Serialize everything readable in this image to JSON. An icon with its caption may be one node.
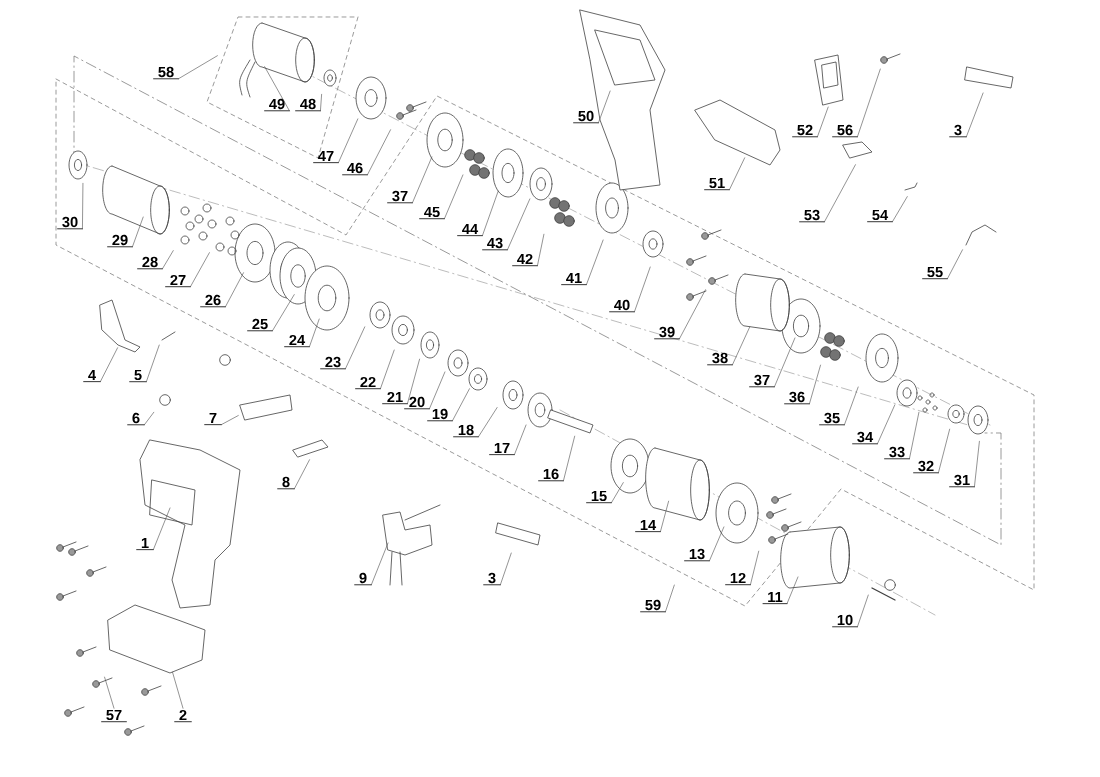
{
  "diagram": {
    "nodes": [
      {
        "text": [
          "58"
        ]
      },
      {
        "text": [
          "49"
        ]
      },
      {
        "text": [
          "48"
        ]
      },
      {
        "text": [
          "50"
        ]
      },
      {
        "text": [
          "52"
        ]
      },
      {
        "text": [
          "56"
        ]
      },
      {
        "text": [
          "3"
        ]
      },
      {
        "text": [
          "47"
        ]
      },
      {
        "text": [
          "46"
        ]
      },
      {
        "text": [
          "51"
        ]
      },
      {
        "text": [
          "37"
        ]
      },
      {
        "text": [
          "45"
        ]
      },
      {
        "text": [
          "53"
        ]
      },
      {
        "text": [
          "54"
        ]
      },
      {
        "text": [
          "30"
        ]
      },
      {
        "text": [
          "29"
        ]
      },
      {
        "text": [
          "44"
        ]
      },
      {
        "text": [
          "43"
        ]
      },
      {
        "text": [
          "42"
        ]
      },
      {
        "text": [
          "28"
        ]
      },
      {
        "text": [
          "41"
        ]
      },
      {
        "text": [
          "27"
        ]
      },
      {
        "text": [
          "55"
        ]
      },
      {
        "text": [
          "26"
        ]
      },
      {
        "text": [
          "40"
        ]
      },
      {
        "text": [
          "25"
        ]
      },
      {
        "text": [
          "39"
        ]
      },
      {
        "text": [
          "24"
        ]
      },
      {
        "text": [
          "38"
        ]
      },
      {
        "text": [
          "23"
        ]
      },
      {
        "text": [
          "4"
        ]
      },
      {
        "text": [
          "5"
        ]
      },
      {
        "text": [
          "37"
        ]
      },
      {
        "text": [
          "22"
        ]
      },
      {
        "text": [
          "21"
        ]
      },
      {
        "text": [
          "36"
        ]
      },
      {
        "text": [
          "20"
        ]
      },
      {
        "text": [
          "19"
        ]
      },
      {
        "text": [
          "6"
        ]
      },
      {
        "text": [
          "7"
        ]
      },
      {
        "text": [
          "35"
        ]
      },
      {
        "text": [
          "18"
        ]
      },
      {
        "text": [
          "34"
        ]
      },
      {
        "text": [
          "17"
        ]
      },
      {
        "text": [
          "33"
        ]
      },
      {
        "text": [
          "32"
        ]
      },
      {
        "text": [
          "16"
        ]
      },
      {
        "text": [
          "31"
        ]
      },
      {
        "text": [
          "8"
        ]
      },
      {
        "text": [
          "15"
        ]
      },
      {
        "text": [
          "14"
        ]
      },
      {
        "text": [
          "1"
        ]
      },
      {
        "text": [
          "13"
        ]
      },
      {
        "text": [
          "9"
        ]
      },
      {
        "text": [
          "3"
        ]
      },
      {
        "text": [
          "12"
        ]
      },
      {
        "text": [
          "11"
        ]
      },
      {
        "text": [
          "59"
        ]
      },
      {
        "text": [
          "10"
        ]
      },
      {
        "text": [
          "57"
        ]
      },
      {
        "text": [
          "2"
        ]
      }
    ],
    "edges": [
      {
        "from": 0,
        "to": null,
        "arrow": "none"
      },
      {
        "from": 1,
        "to": null,
        "arrow": "none"
      },
      {
        "from": 2,
        "to": null,
        "arrow": "none"
      },
      {
        "from": 3,
        "to": null,
        "arrow": "none"
      },
      {
        "from": 4,
        "to": null,
        "arrow": "none"
      },
      {
        "from": 5,
        "to": null,
        "arrow": "none"
      },
      {
        "from": 6,
        "to": null,
        "arrow": "none"
      },
      {
        "from": 7,
        "to": null,
        "arrow": "none"
      },
      {
        "from": 8,
        "to": null,
        "arrow": "none"
      },
      {
        "from": 9,
        "to": null,
        "arrow": "none"
      },
      {
        "from": 10,
        "to": null,
        "arrow": "none"
      },
      {
        "from": 11,
        "to": null,
        "arrow": "none"
      },
      {
        "from": 12,
        "to": null,
        "arrow": "none"
      },
      {
        "from": 13,
        "to": null,
        "arrow": "none"
      },
      {
        "from": 14,
        "to": null,
        "arrow": "none"
      },
      {
        "from": 15,
        "to": null,
        "arrow": "none"
      },
      {
        "from": 16,
        "to": null,
        "arrow": "none"
      },
      {
        "from": 17,
        "to": null,
        "arrow": "none"
      },
      {
        "from": 18,
        "to": null,
        "arrow": "none"
      },
      {
        "from": 19,
        "to": null,
        "arrow": "none"
      },
      {
        "from": 20,
        "to": null,
        "arrow": "none"
      },
      {
        "from": 21,
        "to": null,
        "arrow": "none"
      },
      {
        "from": 22,
        "to": null,
        "arrow": "none"
      },
      {
        "from": 23,
        "to": null,
        "arrow": "none"
      },
      {
        "from": 24,
        "to": null,
        "arrow": "none"
      },
      {
        "from": 25,
        "to": null,
        "arrow": "none"
      },
      {
        "from": 26,
        "to": null,
        "arrow": "none"
      },
      {
        "from": 27,
        "to": null,
        "arrow": "none"
      },
      {
        "from": 28,
        "to": null,
        "arrow": "none"
      },
      {
        "from": 29,
        "to": null,
        "arrow": "none"
      },
      {
        "from": 30,
        "to": null,
        "arrow": "none"
      },
      {
        "from": 31,
        "to": null,
        "arrow": "none"
      },
      {
        "from": 32,
        "to": null,
        "arrow": "none"
      },
      {
        "from": 33,
        "to": null,
        "arrow": "none"
      },
      {
        "from": 34,
        "to": null,
        "arrow": "none"
      },
      {
        "from": 35,
        "to": null,
        "arrow": "none"
      },
      {
        "from": 36,
        "to": null,
        "arrow": "none"
      },
      {
        "from": 37,
        "to": null,
        "arrow": "none"
      },
      {
        "from": 38,
        "to": null,
        "arrow": "none"
      },
      {
        "from": 39,
        "to": null,
        "arrow": "none"
      },
      {
        "from": 40,
        "to": null,
        "arrow": "none"
      },
      {
        "from": 41,
        "to": null,
        "arrow": "none"
      },
      {
        "from": 42,
        "to": null,
        "arrow": "none"
      },
      {
        "from": 43,
        "to": null,
        "arrow": "none"
      },
      {
        "from": 44,
        "to": null,
        "arrow": "none"
      },
      {
        "from": 45,
        "to": null,
        "arrow": "none"
      },
      {
        "from": 46,
        "to": null,
        "arrow": "none"
      },
      {
        "from": 47,
        "to": null,
        "arrow": "none"
      },
      {
        "from": 48,
        "to": null,
        "arrow": "none"
      },
      {
        "from": 49,
        "to": null,
        "arrow": "none"
      },
      {
        "from": 50,
        "to": null,
        "arrow": "none"
      },
      {
        "from": 51,
        "to": null,
        "arrow": "none"
      },
      {
        "from": 52,
        "to": null,
        "arrow": "none"
      },
      {
        "from": 53,
        "to": null,
        "arrow": "none"
      },
      {
        "from": 54,
        "to": null,
        "arrow": "none"
      },
      {
        "from": 55,
        "to": null,
        "arrow": "none"
      },
      {
        "from": 56,
        "to": null,
        "arrow": "none"
      },
      {
        "from": 57,
        "to": null,
        "arrow": "none"
      },
      {
        "from": 58,
        "to": null,
        "arrow": "none"
      },
      {
        "from": 59,
        "to": null,
        "arrow": "none"
      },
      {
        "from": 60,
        "to": null,
        "arrow": "none"
      }
    ]
  }
}
